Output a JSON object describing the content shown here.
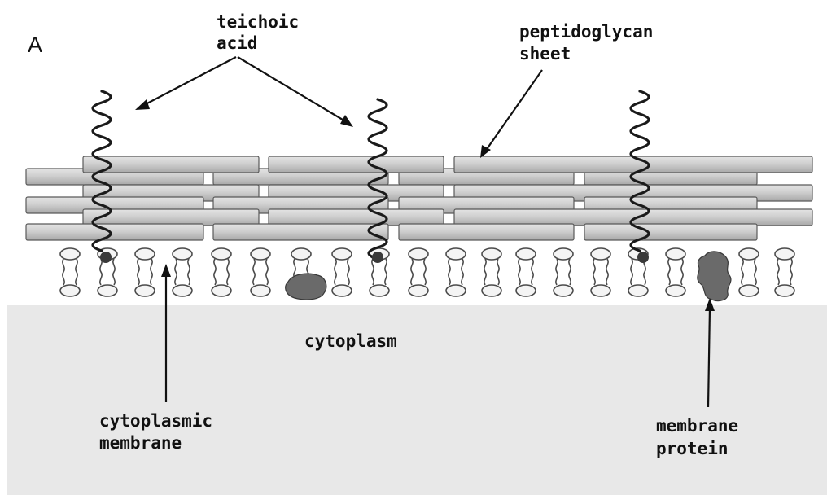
{
  "panel_letter": "A",
  "labels": {
    "teichoic_line1": "teichoic",
    "teichoic_line2": "acid",
    "peptido_line1": "peptidoglycan",
    "peptido_line2": "sheet",
    "cytoplasm": "cytoplasm",
    "cytomem_line1": "cytoplasmic",
    "cytomem_line2": "membrane",
    "memprot_line1": "membrane",
    "memprot_line2": "protein"
  },
  "colors": {
    "cytoplasm_fill": "#e8e8e8",
    "rod_fill": "#c9c9c9",
    "rod_stroke": "#5a5a5a",
    "protein_fill": "#6a6a6a",
    "text": "#111111"
  }
}
